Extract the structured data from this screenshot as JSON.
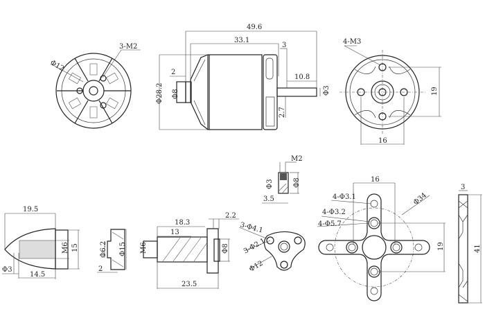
{
  "motor_front_view": {
    "hole_label": "3-M2",
    "diameter_label": "Φ12"
  },
  "motor_side_view": {
    "overall_length": "49.6",
    "body_length": "33.1",
    "flange": "3",
    "shaft_length": "10.8",
    "shaft_diameter": "Φ3",
    "offset": "2.7",
    "gap": "2",
    "hub_diameter": "Φ8",
    "body_diameter": "Φ28.2"
  },
  "motor_rear_view": {
    "hole_label": "4-M3",
    "spacing_vertical": "19",
    "spacing_horizontal": "16"
  },
  "spinner_nut": {
    "length": "19.5",
    "thread": "M6",
    "diameter": "15",
    "tip": "Φ3",
    "thread_length": "14.5"
  },
  "washer": {
    "inner": "Φ6.2",
    "outer": "Φ15",
    "thickness": "2"
  },
  "prop_adapter": {
    "length": "18.3",
    "thread_length": "13",
    "thread": "M6",
    "collar": "Φ8",
    "flange": "2.2",
    "overall": "23.5"
  },
  "set_screw": {
    "thread": "M2",
    "inner": "Φ3",
    "outer": "Φ8",
    "height": "3.5"
  },
  "tri_mount": {
    "holes_a": "3-Φ4.1",
    "holes_b": "3-Φ2.1",
    "diameter": "Φ12"
  },
  "cross_mount": {
    "spacing_h": "16",
    "circle": "Φ34",
    "holes_a": "4-Φ3.1",
    "holes_b": "4-Φ3.2",
    "holes_c": "4-Φ5.7",
    "spacing_v": "19"
  },
  "mount_side": {
    "thickness": "3",
    "length": "41"
  }
}
